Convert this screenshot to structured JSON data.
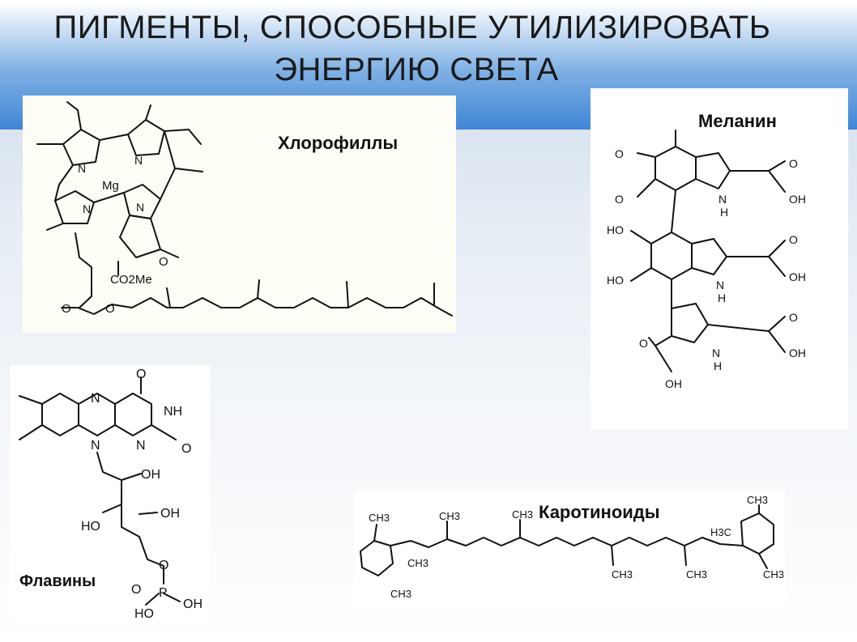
{
  "slide": {
    "title_line1": "ПИГМЕНТЫ, СПОСОБНЫЕ УТИЛИЗИРОВАТЬ",
    "title_line2": "ЭНЕРГИЮ СВЕТА"
  },
  "panels": {
    "chlorophyll": {
      "label": "Хлорофиллы",
      "atoms": {
        "n": "N",
        "mg": "Mg",
        "ester": "CO2Me",
        "o": "O"
      }
    },
    "melanin": {
      "label": "Меланин",
      "atoms": {
        "o": "O",
        "oh": "OH",
        "ho": "HO",
        "nh": "N",
        "h": "H"
      }
    },
    "flavin": {
      "label": "Флавины",
      "atoms": {
        "n": "N",
        "o": "O",
        "nh": "NH",
        "oh": "OH",
        "ho": "HO",
        "p": "P"
      }
    },
    "carotenoid": {
      "label": "Каротиноиды",
      "atoms": {
        "ch3": "CH3",
        "h3c": "H3C"
      }
    }
  }
}
